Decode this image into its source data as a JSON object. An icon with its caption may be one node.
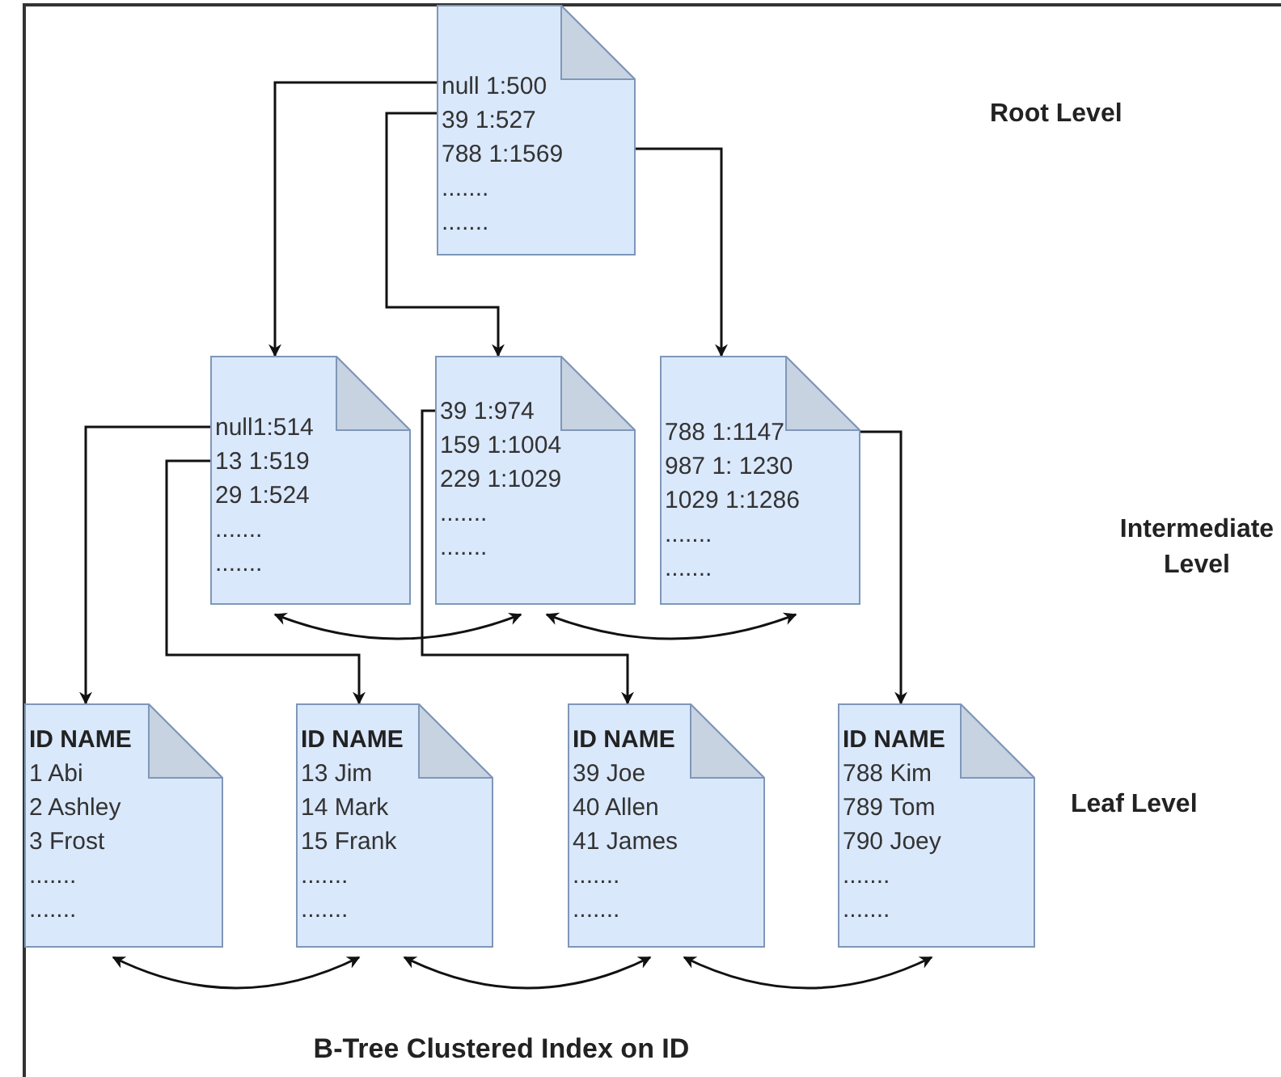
{
  "diagram": {
    "caption": "B-Tree Clustered Index on ID",
    "nodes": [
      {
        "text": [
          "null 1:500",
          "39 1:527",
          "788 1:1569",
          ".......",
          "......."
        ]
      },
      {
        "text": [
          "null1:514",
          "13 1:519",
          "29 1:524",
          ".......",
          "......."
        ]
      },
      {
        "text": [
          "39 1:974",
          "159 1:1004",
          "229 1:1029",
          ".......",
          "......."
        ]
      },
      {
        "text": [
          "788 1:1147",
          "987 1: 1230",
          "1029 1:1286",
          ".......",
          "......."
        ]
      },
      {
        "text": [
          "ID NAME",
          "1 Abi",
          "2 Ashley",
          "3 Frost",
          ".......",
          "......."
        ]
      },
      {
        "text": [
          "ID NAME",
          "13 Jim",
          "14 Mark",
          "15 Frank",
          ".......",
          "......."
        ]
      },
      {
        "text": [
          "ID NAME",
          "39 Joe",
          "40 Allen",
          "41 James",
          ".......",
          "......."
        ]
      },
      {
        "text": [
          "ID NAME",
          "788 Kim",
          "789 Tom",
          "790 Joey",
          ".......",
          "......."
        ]
      }
    ],
    "edges": [
      {
        "from": 0,
        "to": 1,
        "arrow": "to"
      },
      {
        "from": 0,
        "to": 2,
        "arrow": "to"
      },
      {
        "from": 0,
        "to": 3,
        "arrow": "to"
      },
      {
        "from": 1,
        "to": 4,
        "arrow": "to"
      },
      {
        "from": 1,
        "to": 5,
        "arrow": "to"
      },
      {
        "from": 2,
        "to": 6,
        "arrow": "to"
      },
      {
        "from": 3,
        "to": 7,
        "arrow": "to"
      },
      {
        "from": 1,
        "to": 2,
        "arrow": "both"
      },
      {
        "from": 2,
        "to": 3,
        "arrow": "both"
      },
      {
        "from": 4,
        "to": 5,
        "arrow": "both"
      },
      {
        "from": 5,
        "to": 6,
        "arrow": "both"
      },
      {
        "from": 6,
        "to": 7,
        "arrow": "both"
      }
    ],
    "labels": [
      "Root Level",
      "Intermediate Level",
      "Leaf Level"
    ]
  }
}
